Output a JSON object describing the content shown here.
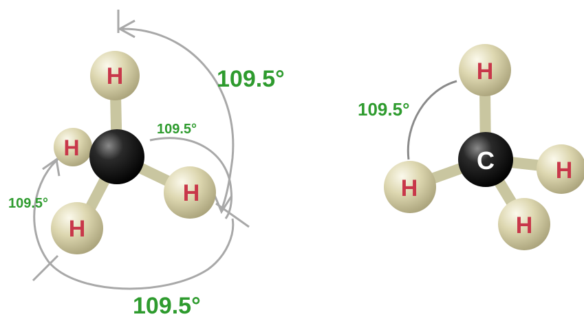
{
  "left_molecule": {
    "hydrogen_labels": [
      "H",
      "H",
      "H",
      "H"
    ],
    "angle_labels": {
      "top_right_large": "109.5°",
      "center_small": "109.5°",
      "left_small": "109.5°",
      "bottom_large": "109.5°"
    }
  },
  "right_molecule": {
    "carbon_label": "C",
    "hydrogen_labels": [
      "H",
      "H",
      "H",
      "H"
    ],
    "angle_label": "109.5°"
  },
  "colors": {
    "angle_text": "#2e9b2e",
    "hydrogen_text": "#c8374a",
    "hydrogen_fill": "#d9d3aa",
    "bond": "#c9c6a0",
    "carbon": "#111111",
    "arc": "#a8a8a8"
  }
}
